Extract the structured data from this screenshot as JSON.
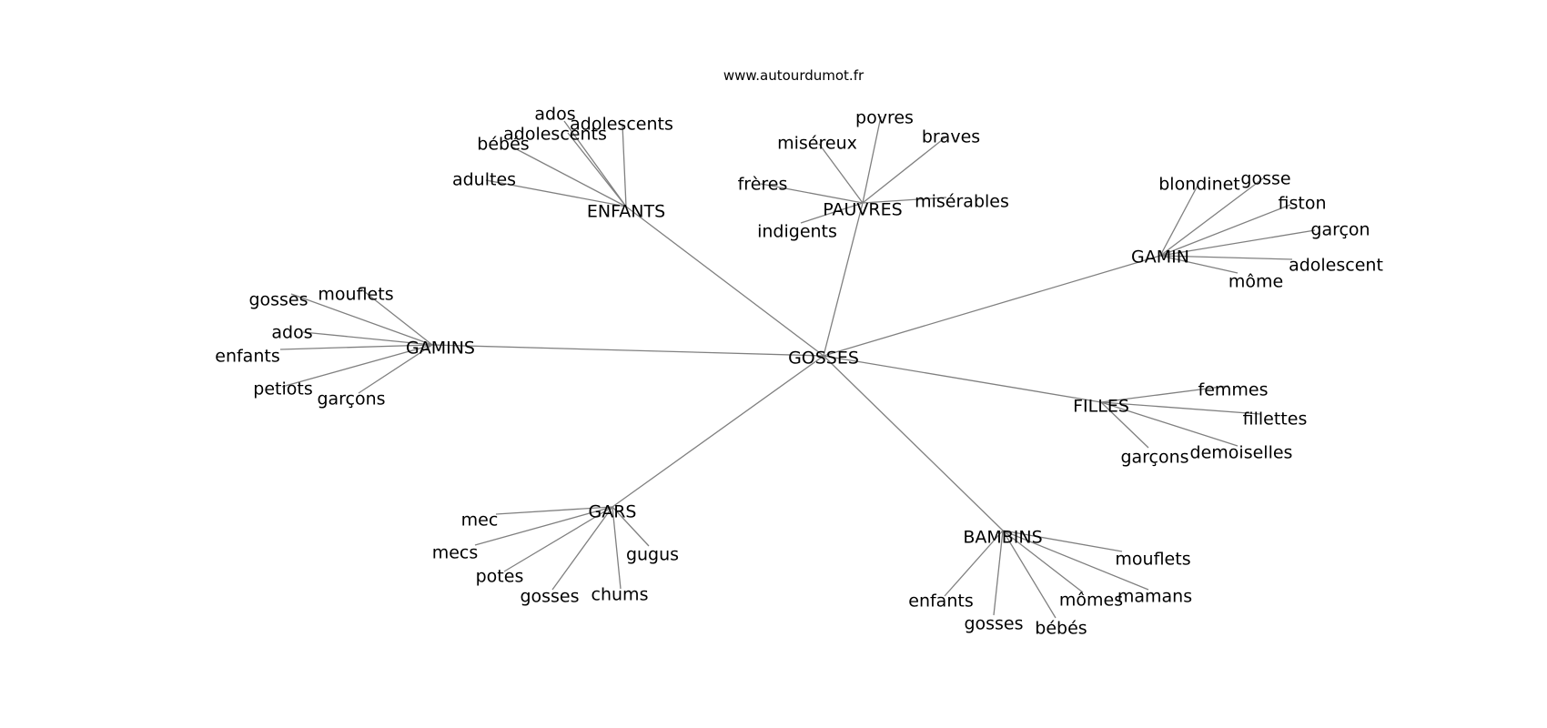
{
  "source": "www.autourdumot.fr",
  "graph": {
    "center": "GOSSES",
    "clusters": [
      {
        "label": "ENFANTS",
        "leaves": [
          "adultes",
          "bébés",
          "adolescents",
          "ados",
          "adolescents"
        ]
      },
      {
        "label": "PAUVRES",
        "leaves": [
          "frères",
          "indigents",
          "miséreux",
          "povres",
          "braves",
          "misérables"
        ]
      },
      {
        "label": "GAMIN",
        "leaves": [
          "blondinet",
          "gosse",
          "fiston",
          "garçon",
          "adolescent",
          "môme"
        ]
      },
      {
        "label": "GAMINS",
        "leaves": [
          "gosses",
          "mouflets",
          "ados",
          "enfants",
          "petiots",
          "garçons"
        ]
      },
      {
        "label": "FILLES",
        "leaves": [
          "femmes",
          "fillettes",
          "demoiselles",
          "garçons"
        ]
      },
      {
        "label": "GARS",
        "leaves": [
          "mec",
          "mecs",
          "potes",
          "gosses",
          "chums",
          "gugus"
        ]
      },
      {
        "label": "BAMBINS",
        "leaves": [
          "mouflets",
          "mamans",
          "mômes",
          "bébés",
          "gosses",
          "enfants"
        ]
      }
    ]
  }
}
